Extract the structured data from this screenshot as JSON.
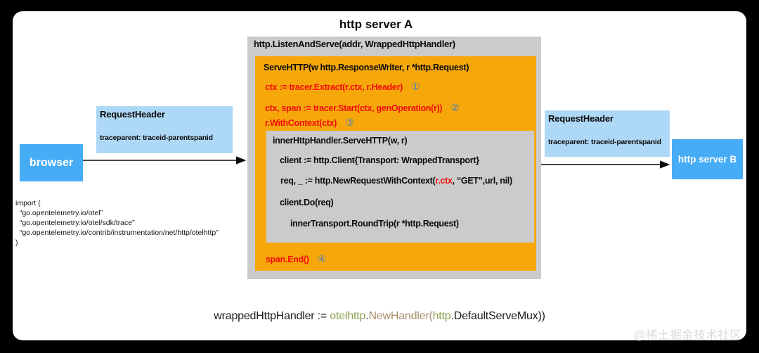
{
  "colors": {
    "orange_panel": "#F6A80B",
    "gray_panel": "#CBCBCB",
    "bright_blue": "#47ACF6",
    "light_blue": "#AED9F6",
    "red_code": "#F40B0B",
    "marker_blue": "#3E7EC2",
    "code_green": "#8BA052",
    "code_brown": "#A88F6E"
  },
  "title": "http server A",
  "server_a": {
    "listen_line": "http.ListenAndServe(addr, WrappedHttpHandler)",
    "serve_http_line": "ServeHTTP(w http.ResponseWriter, r *http.Request)",
    "trace_lines": [
      {
        "code": "ctx := tracer.Extract(r.ctx, r.Header)",
        "marker": "①"
      },
      {
        "code": "ctx, span := tracer.Start(ctx, genOperation(r))",
        "marker": "②"
      },
      {
        "code": "r.WithContext(ctx)",
        "marker": "③"
      }
    ],
    "inner_handler": {
      "line1": "innerHttpHandler.ServeHTTP(w, r)",
      "line2": "client := http.Client{Transport: WrappedTransport}",
      "req_line": {
        "prefix": "req, _ := http.NewRequestWithContext(",
        "highlight": "r.ctx",
        "suffix": ", “GET”,url, nil)"
      },
      "line4": "client.Do(req)",
      "line5": "innerTransport.RoundTrip(r *http.Request)"
    },
    "span_end": {
      "code": "span.End()",
      "marker": "④"
    }
  },
  "browser": {
    "label": "browser"
  },
  "server_b": {
    "label": "http server B"
  },
  "request_header_left": {
    "title": "RequestHeader",
    "value": "traceparent: traceid-parentspanid"
  },
  "request_header_right": {
    "title": "RequestHeader",
    "value": "traceparent: traceid-parentspanid"
  },
  "import_block": {
    "lines": [
      "import (",
      "  “go.opentelemetry.io/otel”",
      "  “go.opentelemetry.io/otel/sdk/trace”",
      "  “go.opentelemetry.io/contrib/instrumentation/net/http/otelhttp”",
      ")"
    ]
  },
  "bottom_code": {
    "parts": [
      {
        "text": "wrappedHttpHandler := "
      },
      {
        "text": "otelhttp"
      },
      {
        "text": "."
      },
      {
        "text": "NewHandler("
      },
      {
        "text": "http"
      },
      {
        "text": ".DefaultServeMux))"
      }
    ]
  },
  "watermark": "@稀土掘金技术社区"
}
